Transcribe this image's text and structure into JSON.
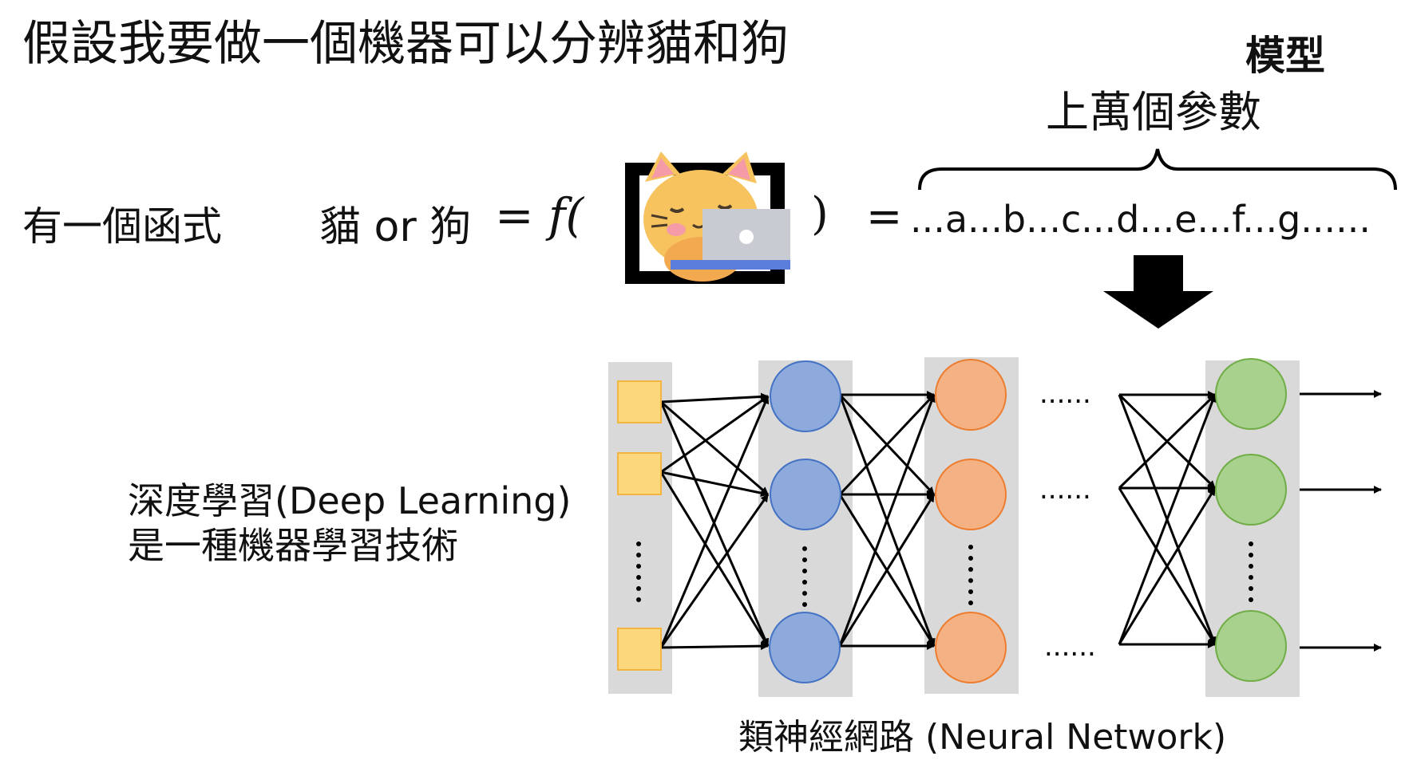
{
  "title": "假設我要做一個機器可以分辨貓和狗",
  "model_label": "模型",
  "params_label": "上萬個參數",
  "function_label": "有一個函式",
  "output_label": "貓 or 狗",
  "equation_lhs": "= f(",
  "equation_rparen": ")",
  "equation_eq": "=",
  "equation_expr": "...a...b...c...d...e...f...g......",
  "description_line1": "深度學習(Deep Learning)",
  "description_line2": "是一種機器學習技術",
  "network_label": "類神經網路 (Neural Network)",
  "ellipsis": "......",
  "colors": {
    "input": "#fdd77c",
    "hidden1": "#8ea9db",
    "hidden2": "#f4b183",
    "output": "#a9d18e",
    "column_bg": "#d9d9d9",
    "cat": "#f7c35f"
  },
  "icons": [
    "cat-with-laptop-icon",
    "down-arrow-icon"
  ]
}
